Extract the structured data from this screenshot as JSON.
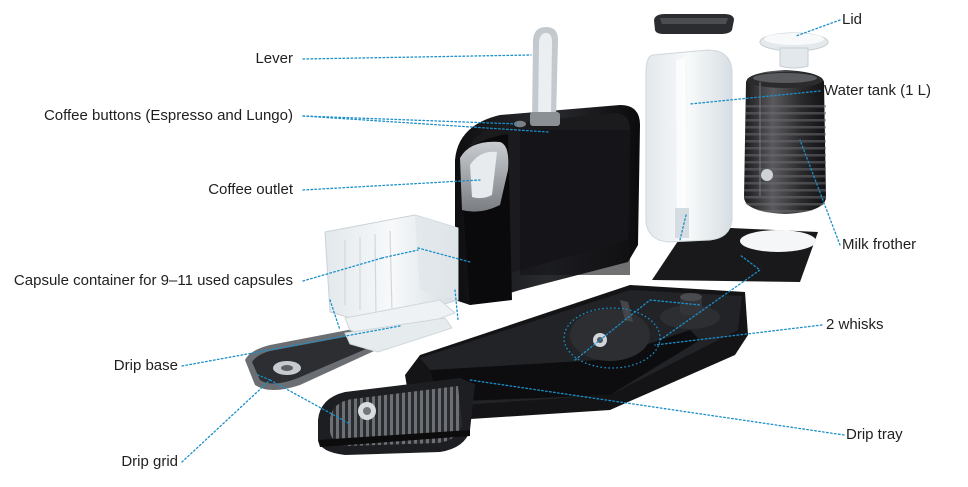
{
  "labels": {
    "lever": "Lever",
    "coffee_buttons": "Coffee buttons (Espresso and Lungo)",
    "coffee_outlet": "Coffee outlet",
    "capsule_container": "Capsule container for 9–11 used capsules",
    "drip_base": "Drip base",
    "drip_grid": "Drip grid",
    "lid": "Lid",
    "water_tank": "Water tank (1 L)",
    "milk_frother": "Milk frother",
    "whisks": "2 whisks",
    "drip_tray": "Drip tray"
  },
  "colors": {
    "leader": "#1a8fc9",
    "machine_body": "#1c1c1e",
    "machine_highlight": "#3a3b3f",
    "transparent_part": "#e9eef1",
    "metal": "#9a9ea3",
    "frother": "#3b3b3d"
  }
}
